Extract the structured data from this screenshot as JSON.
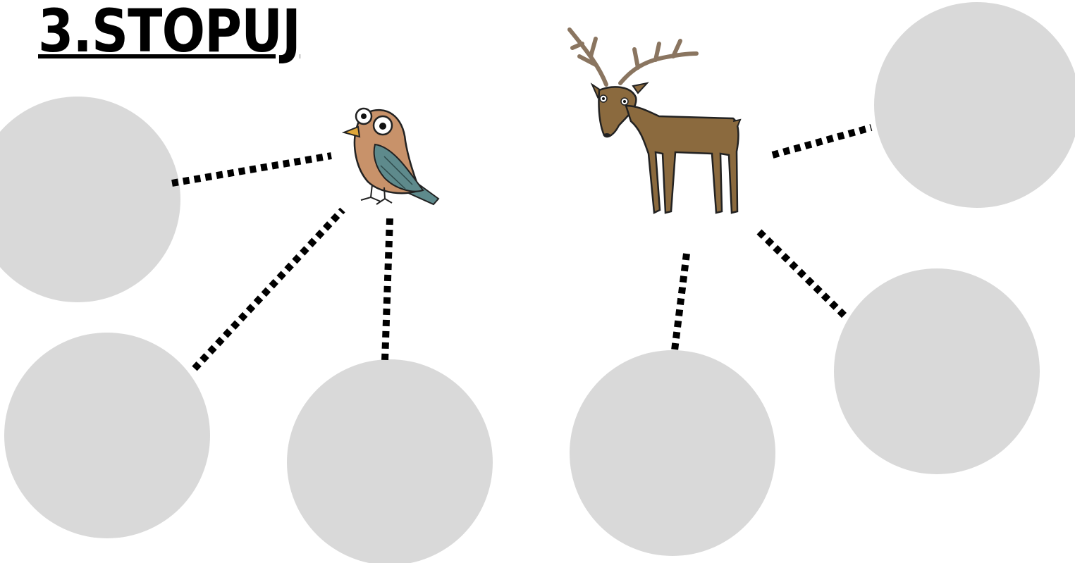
{
  "page": {
    "title": "3.STOPUJ",
    "background": "#ffffff"
  },
  "colors": {
    "circle_fill": "#d9d9d9",
    "connector": "#000000",
    "bird_body": "#c8926a",
    "bird_wing": "#5e8a8c",
    "bird_beak": "#e0a73a",
    "deer_body": "#8b6a3e",
    "deer_antler": "#8a7560"
  },
  "animals": [
    {
      "id": "bird",
      "icon": "bird-icon",
      "answer_circles": 3
    },
    {
      "id": "deer",
      "icon": "deer-icon",
      "answer_circles": 3
    }
  ]
}
